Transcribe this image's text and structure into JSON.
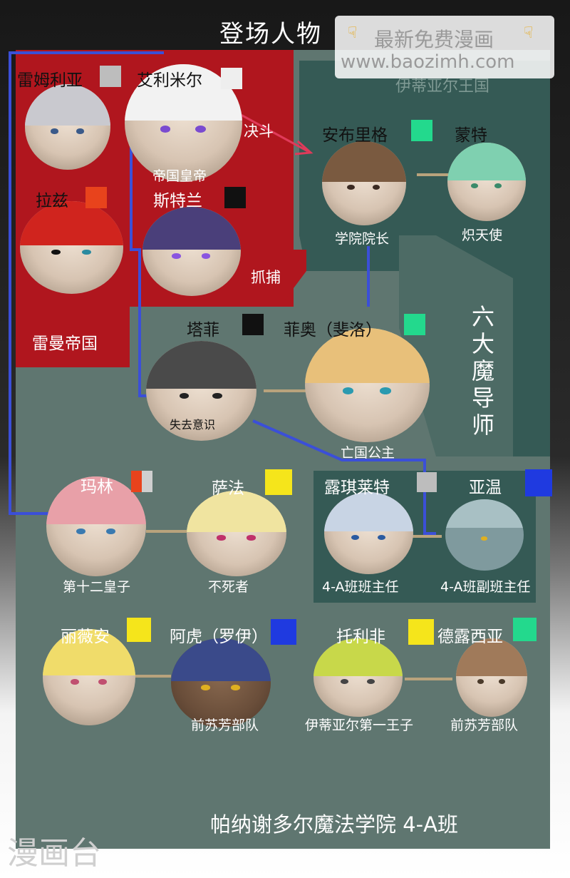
{
  "title": "登场人物",
  "colors": {
    "red_empire": "#b0161e",
    "panel": "#5f7670",
    "dark_teal": "#355a55",
    "blue_line": "#3b4fd8",
    "tan_line": "#b9a37c"
  },
  "sections": {
    "empire": "雷曼帝国",
    "kingdom": "伊蒂亚尔王国",
    "six_mages": "六大魔导师",
    "academy": "帕纳谢多尔魔法学院 4-A班"
  },
  "relations": {
    "duel": "决斗",
    "capture": "抓捕",
    "unconscious": "失去意识"
  },
  "characters": {
    "remuria": {
      "name": "雷姆利亚",
      "swatch": "#bdbdbd"
    },
    "elimir": {
      "name": "艾利米尔",
      "swatch": "#eeeeee",
      "caption": "帝国皇帝"
    },
    "lazi": {
      "name": "拉兹",
      "swatch": "#e8431c"
    },
    "strand": {
      "name": "斯特兰",
      "swatch": "#111111"
    },
    "ambrig": {
      "name": "安布里格",
      "swatch": "#23d98d",
      "caption": "学院院长"
    },
    "monte": {
      "name": "蒙特",
      "caption": "炽天使"
    },
    "tafei": {
      "name": "塔菲",
      "swatch": "#111111"
    },
    "feo": {
      "name": "菲奥（斐洛）",
      "swatch": "#23d98d",
      "caption": "亡国公主"
    },
    "marin": {
      "name": "玛林",
      "swatch": "#e8431c",
      "swatch2": "#cfcfcf",
      "caption": "第十二皇子"
    },
    "sapha": {
      "name": "萨法",
      "swatch": "#f5e51b",
      "caption": "不死者"
    },
    "lucilet": {
      "name": "露琪莱特",
      "swatch": "#bdbdbd",
      "caption": "4-A班班主任"
    },
    "yawen": {
      "name": "亚温",
      "swatch": "#1f3ae0",
      "caption": "4-A班副班主任"
    },
    "liwei": {
      "name": "丽薇安",
      "swatch": "#f5e51b"
    },
    "ahu": {
      "name": "阿虎（罗伊）",
      "swatch": "#1f3ae0",
      "caption": "前苏芳部队"
    },
    "toli": {
      "name": "托利非",
      "swatch": "#f5e51b",
      "caption": "伊蒂亚尔第一王子"
    },
    "deluxia": {
      "name": "德露西亚",
      "swatch": "#23d98d",
      "caption": "前苏芳部队"
    }
  },
  "watermark": {
    "line1": "最新免费漫画",
    "line2": "www.baozimh.com",
    "icon": "pointing-hand-icon"
  },
  "corner_logo": "漫画台"
}
